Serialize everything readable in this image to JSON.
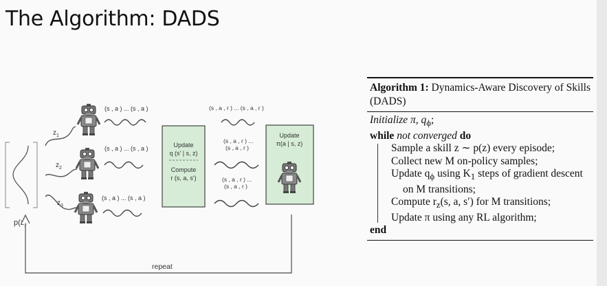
{
  "slide": {
    "title": "The Algorithm: DADS"
  },
  "diagram": {
    "prior_label": "p(z)",
    "skills": [
      "z",
      "z",
      "z"
    ],
    "skill_subscripts": [
      "1",
      "2",
      "3"
    ],
    "trajectories": [
      "(s , a ) ... (s , a )",
      "(s , a ) ... (s , a )",
      "(s , a ) ... (s , a )"
    ],
    "update_q": {
      "line1": "Update",
      "line2": "q (s' | s, z)",
      "line3": "Compute",
      "line4": "r (s, a, s')"
    },
    "reward_traj_top": "(s , a , r ) ... (s , a , r )",
    "reward_traj_mid": [
      "(s , a , r ) ...",
      "(s , a , r )"
    ],
    "reward_traj_bot": [
      "(s , a , r ) ...",
      "(s , a , r )"
    ],
    "update_pi": {
      "line1": "Update",
      "line2": "π(a | s, z)"
    },
    "repeat_label": "repeat",
    "box_fill": "#d6ecd6",
    "box_stroke": "#444444"
  },
  "algorithm": {
    "caption_bold": "Algorithm 1:",
    "caption_rest": " Dynamics-Aware Discovery of Skills (DADS)",
    "init_text": "Initialize π, q",
    "init_sub": "ϕ",
    "init_end": ";",
    "while_kw": "while",
    "while_cond": " not converged ",
    "do_kw": "do",
    "lines": [
      "Sample a skill z ∼ p(z) every episode;",
      "Collect new M on-policy samples;",
      "Update q",
      "ϕ",
      " using K",
      "1",
      " steps of gradient descent on M transitions;",
      "Compute r",
      "z",
      "(s, a, s′) for M transitions;",
      "Update π using any RL algorithm;"
    ],
    "end_kw": "end"
  }
}
